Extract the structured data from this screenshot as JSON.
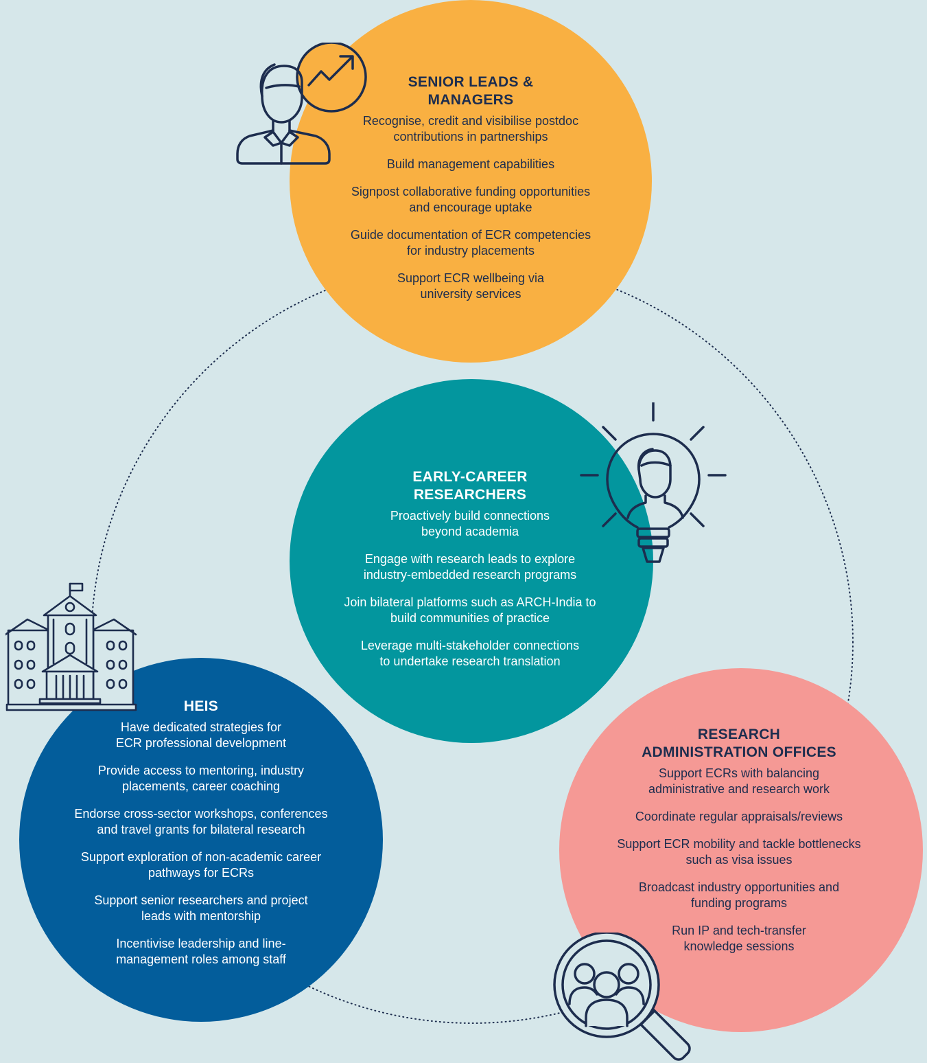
{
  "colors": {
    "background": "#d6e7ea",
    "senior": "#f9b042",
    "ecr": "#03969e",
    "heis": "#035d9b",
    "admin": "#f59995",
    "icon_stroke": "#1d2d4e",
    "text_dark": "#1d2d4e"
  },
  "senior_leads": {
    "title_line1": "SENIOR LEADS &",
    "title_line2": "MANAGERS",
    "items": [
      {
        "line1": "Recognise, credit and visibilise postdoc",
        "line2": "contributions in partnerships"
      },
      {
        "line1": "Build management capabilities",
        "line2": ""
      },
      {
        "line1": "Signpost collaborative funding opportunities",
        "line2": "and encourage uptake"
      },
      {
        "line1": "Guide documentation of ECR competencies",
        "line2": "for industry placements"
      },
      {
        "line1": "Support ECR wellbeing via",
        "line2": "university services"
      }
    ],
    "icon": "manager-growth-icon"
  },
  "early_career": {
    "title_line1": "EARLY-CAREER",
    "title_line2": "RESEARCHERS",
    "items": [
      {
        "line1": "Proactively build connections",
        "line2": "beyond academia"
      },
      {
        "line1": "Engage with research leads to explore",
        "line2": "industry-embedded research programs"
      },
      {
        "line1": "Join bilateral platforms such as ARCH-India to",
        "line2": "build communities of practice"
      },
      {
        "line1": "Leverage multi-stakeholder connections",
        "line2": "to undertake research translation"
      }
    ],
    "icon": "lightbulb-person-icon"
  },
  "heis": {
    "title": "HEIS",
    "items": [
      {
        "line1": "Have dedicated strategies for",
        "line2": "ECR professional development"
      },
      {
        "line1": "Provide access to mentoring, industry",
        "line2": "placements, career coaching"
      },
      {
        "line1": "Endorse cross-sector workshops, conferences",
        "line2": "and travel grants for bilateral research"
      },
      {
        "line1": "Support exploration of non-academic career",
        "line2": "pathways for ECRs"
      },
      {
        "line1": "Support senior researchers and project",
        "line2": "leads with mentorship"
      },
      {
        "line1": "Incentivise leadership and line-",
        "line2": "management roles among staff"
      }
    ],
    "icon": "university-building-icon"
  },
  "research_admin": {
    "title_line1": "RESEARCH",
    "title_line2": "ADMINISTRATION OFFICES",
    "items": [
      {
        "line1": "Support ECRs with balancing",
        "line2": "administrative and research work"
      },
      {
        "line1": "Coordinate regular appraisals/reviews",
        "line2": ""
      },
      {
        "line1": "Support ECR mobility and tackle bottlenecks",
        "line2": "such as visa issues"
      },
      {
        "line1": "Broadcast industry opportunities and",
        "line2": "funding programs"
      },
      {
        "line1": "Run IP and tech-transfer",
        "line2": "knowledge sessions"
      }
    ],
    "icon": "magnifier-people-icon"
  }
}
